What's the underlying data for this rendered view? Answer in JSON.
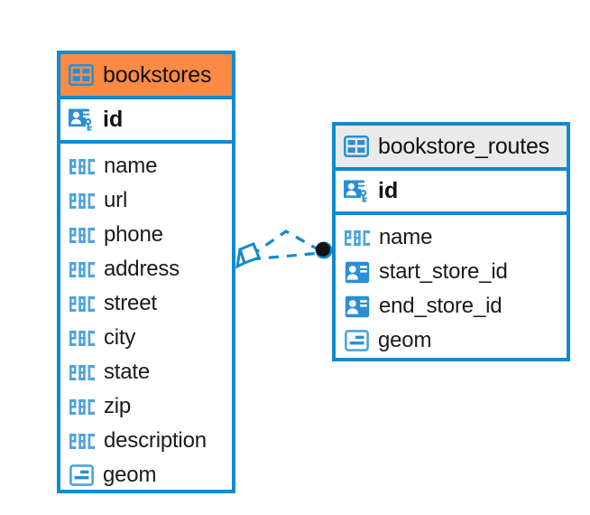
{
  "diagram": {
    "type": "er-diagram",
    "background": "#ffffff",
    "accent_color": "#0f8bd0",
    "highlight_color": "#fb8a44",
    "header_gray": "#eaeaea"
  },
  "entities": [
    {
      "id": "bookstores",
      "title": "bookstores",
      "title_icon": "table-icon",
      "header_color": "#fb8a44",
      "primary_key": {
        "label": "id",
        "icon": "primary-key-icon"
      },
      "fields": [
        {
          "label": "name",
          "icon": "text-abc-icon"
        },
        {
          "label": "url",
          "icon": "text-abc-icon"
        },
        {
          "label": "phone",
          "icon": "text-abc-icon"
        },
        {
          "label": "address",
          "icon": "text-abc-icon"
        },
        {
          "label": "street",
          "icon": "text-abc-icon"
        },
        {
          "label": "city",
          "icon": "text-abc-icon"
        },
        {
          "label": "state",
          "icon": "text-abc-icon"
        },
        {
          "label": "zip",
          "icon": "text-abc-icon"
        },
        {
          "label": "description",
          "icon": "text-abc-icon"
        },
        {
          "label": "geom",
          "icon": "geometry-icon"
        }
      ]
    },
    {
      "id": "bookstore_routes",
      "title": "bookstore_routes",
      "title_icon": "table-icon",
      "header_color": "#eaeaea",
      "primary_key": {
        "label": "id",
        "icon": "primary-key-icon"
      },
      "fields": [
        {
          "label": "name",
          "icon": "text-abc-icon"
        },
        {
          "label": "start_store_id",
          "icon": "foreign-key-icon"
        },
        {
          "label": "end_store_id",
          "icon": "foreign-key-icon"
        },
        {
          "label": "geom",
          "icon": "geometry-icon"
        }
      ]
    }
  ],
  "relationship": {
    "name": "bookstores-to-bookstore-routes-relationship",
    "style": "dashed",
    "color": "#0f8bd0",
    "source_endpoint": "diamond-endpoint",
    "target_endpoint": "filled-circle-endpoint"
  }
}
